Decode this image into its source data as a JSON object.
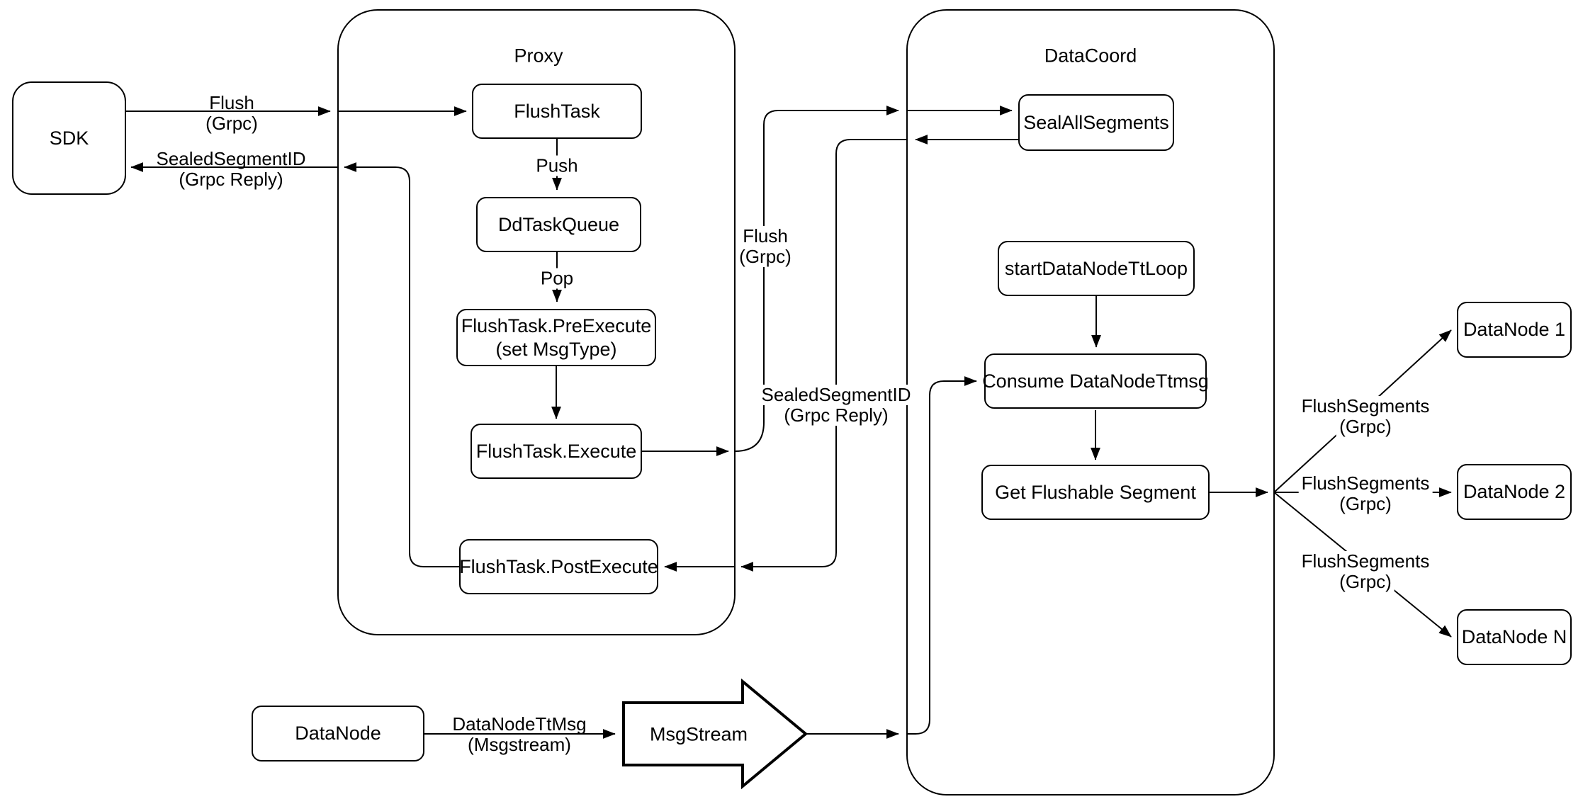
{
  "colors": {
    "stroke": "#000000",
    "node_fill": "#ffffff",
    "background": "#ffffff",
    "text": "#000000"
  },
  "containers": {
    "proxy": {
      "title": "Proxy"
    },
    "datacoord": {
      "title": "DataCoord"
    }
  },
  "nodes": {
    "sdk": {
      "label": "SDK"
    },
    "flush_task": {
      "label": "FlushTask"
    },
    "dd_task_queue": {
      "label": "DdTaskQueue"
    },
    "pre_execute": {
      "line1": "FlushTask.PreExecute",
      "line2": "(set MsgType)"
    },
    "execute": {
      "label": "FlushTask.Execute"
    },
    "post_execute": {
      "label": "FlushTask.PostExecute"
    },
    "seal_all_segments": {
      "label": "SealAllSegments"
    },
    "start_datanode_tt_loop": {
      "label": "startDataNodeTtLoop"
    },
    "consume_datanode_ttmsg": {
      "label": "Consume DataNodeTtmsg"
    },
    "get_flushable_segment": {
      "label": "Get Flushable Segment"
    },
    "datanode_1": {
      "label": "DataNode 1"
    },
    "datanode_2": {
      "label": "DataNode 2"
    },
    "datanode_n": {
      "label": "DataNode N"
    },
    "datanode": {
      "label": "DataNode"
    },
    "msgstream": {
      "label": "MsgStream"
    }
  },
  "edge_labels": {
    "flush_sdk": {
      "line1": "Flush",
      "line2": "(Grpc)"
    },
    "sealed_sdk": {
      "line1": "SealedSegmentID",
      "line2": "(Grpc Reply)"
    },
    "push": {
      "label": "Push"
    },
    "pop": {
      "label": "Pop"
    },
    "flush_mid": {
      "line1": "Flush",
      "line2": "(Grpc)"
    },
    "sealed_mid": {
      "line1": "SealedSegmentID",
      "line2": "(Grpc Reply)"
    },
    "flush_segments_1": {
      "line1": "FlushSegments",
      "line2": "(Grpc)"
    },
    "flush_segments_2": {
      "line1": "FlushSegments",
      "line2": "(Grpc)"
    },
    "flush_segments_n": {
      "line1": "FlushSegments",
      "line2": "(Grpc)"
    },
    "datanode_ttmsg": {
      "line1": "DataNodeTtMsg",
      "line2": "(Msgstream)"
    }
  }
}
